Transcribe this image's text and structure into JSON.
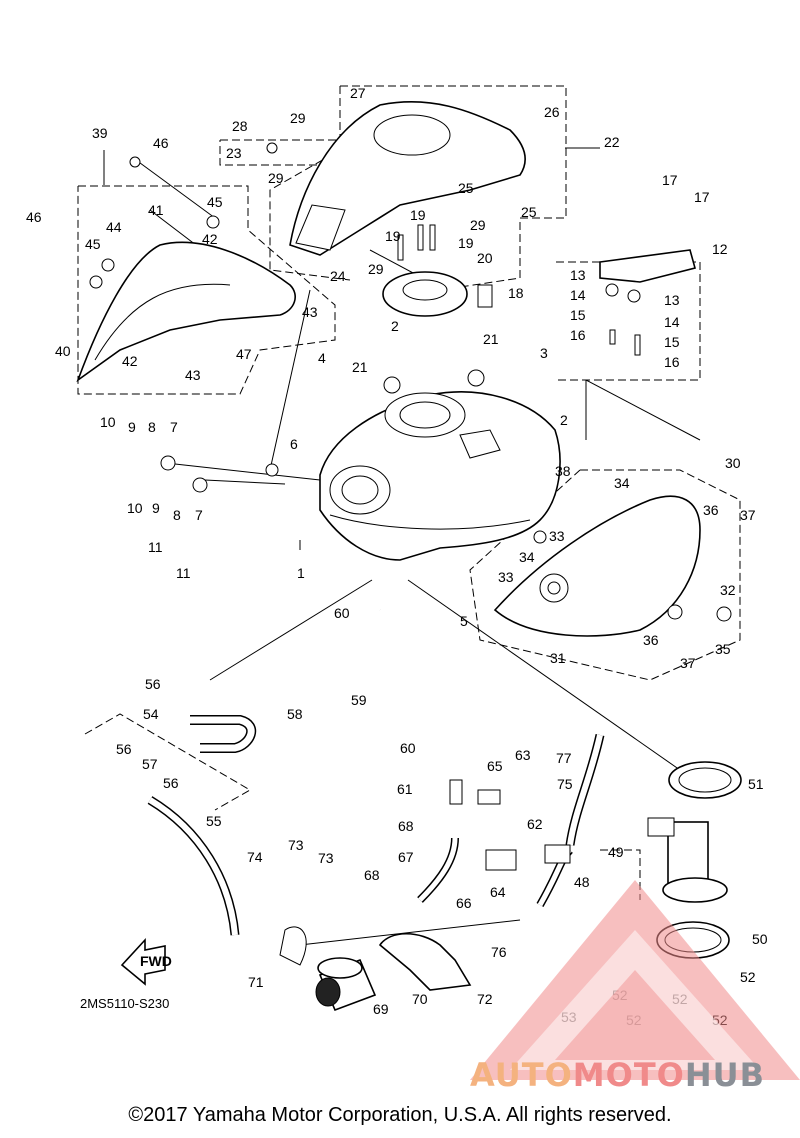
{
  "diagram": {
    "code": "2MS5110-S230",
    "fwd_label": "FWD",
    "copyright": "©2017 Yamaha Motor Corporation, U.S.A. All rights reserved."
  },
  "watermark": {
    "part1": "AUTO",
    "part2": "MOTO",
    "part3": "HUB"
  },
  "callouts": [
    "1",
    "2",
    "2",
    "3",
    "4",
    "5",
    "6",
    "7",
    "7",
    "8",
    "8",
    "9",
    "9",
    "10",
    "10",
    "11",
    "11",
    "12",
    "13",
    "13",
    "14",
    "14",
    "15",
    "15",
    "16",
    "16",
    "17",
    "17",
    "18",
    "19",
    "19",
    "19",
    "20",
    "21",
    "21",
    "22",
    "23",
    "24",
    "25",
    "25",
    "26",
    "27",
    "28",
    "29",
    "29",
    "29",
    "29",
    "30",
    "31",
    "32",
    "33",
    "33",
    "34",
    "34",
    "35",
    "36",
    "36",
    "37",
    "37",
    "38",
    "39",
    "40",
    "41",
    "42",
    "42",
    "43",
    "43",
    "44",
    "45",
    "45",
    "46",
    "46",
    "47",
    "48",
    "49",
    "50",
    "51",
    "52",
    "52",
    "52",
    "52",
    "52",
    "53",
    "54",
    "55",
    "56",
    "56",
    "56",
    "57",
    "58",
    "59",
    "60",
    "60",
    "61",
    "62",
    "63",
    "64",
    "65",
    "66",
    "67",
    "68",
    "68",
    "69",
    "70",
    "71",
    "72",
    "73",
    "73",
    "74",
    "75",
    "76",
    "77"
  ]
}
